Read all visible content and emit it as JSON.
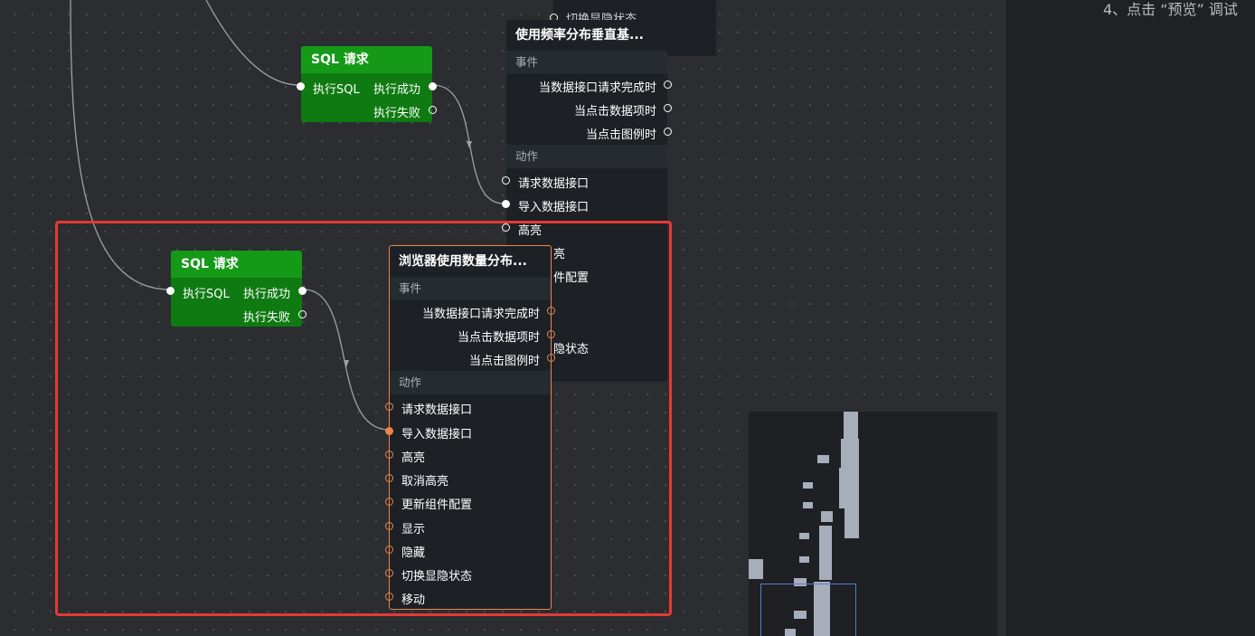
{
  "node_top_sql": {
    "title": "SQL 请求",
    "in_label": "执行SQL",
    "out_success": "执行成功",
    "out_fail": "执行失败"
  },
  "node_bottom_sql": {
    "title": "SQL 请求",
    "in_label": "执行SQL",
    "out_success": "执行成功",
    "out_fail": "执行失败"
  },
  "node_top_chart": {
    "title": "使用频率分布垂直基...",
    "events_label": "事件",
    "events": [
      "当数据接口请求完成时",
      "当点击数据项时",
      "当点击图例时"
    ],
    "actions_label": "动作",
    "actions": [
      "请求数据接口",
      "导入数据接口",
      "高亮"
    ],
    "hidden_fragments": [
      "亮",
      "件配置",
      "隐状态"
    ],
    "clipped_top_text": "切换显隐状态"
  },
  "node_bottom_chart": {
    "title": "浏览器使用数量分布...",
    "events_label": "事件",
    "events": [
      "当数据接口请求完成时",
      "当点击数据项时",
      "当点击图例时"
    ],
    "actions_label": "动作",
    "actions": [
      "请求数据接口",
      "导入数据接口",
      "高亮",
      "取消高亮",
      "更新组件配置",
      "显示",
      "隐藏",
      "切换显隐状态",
      "移动"
    ]
  },
  "right_panel": {
    "tip_text": "4、点击 “预览” 调试"
  },
  "colors": {
    "sql_header": "#159a18",
    "sql_body": "#0f7a12",
    "selection": "#e7874a",
    "highlight_box": "#e53935",
    "canvas": "#2b2d30"
  }
}
